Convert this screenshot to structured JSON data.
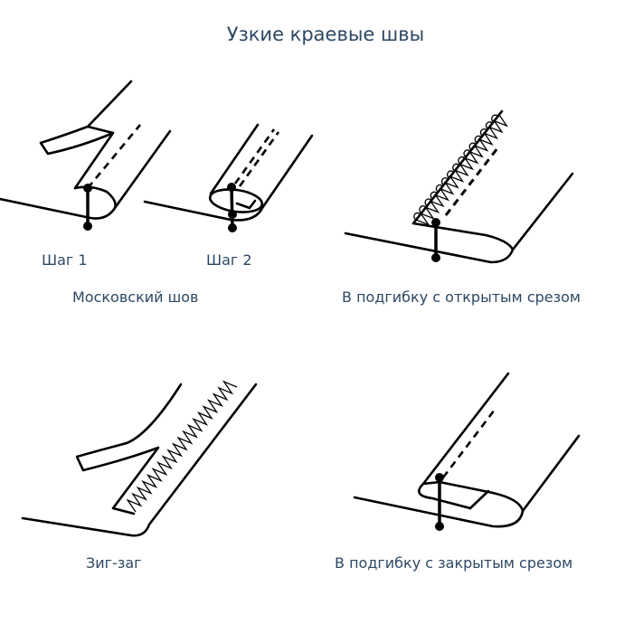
{
  "title": "Узкие краевые швы",
  "labels": {
    "step1": "Шаг 1",
    "step2": "Шаг 2",
    "moscow": "Московский шов",
    "open_edge": "В подгибку с открытым срезом",
    "zigzag": "Зиг-заг",
    "closed_edge": "В подгибку с закрытым срезом"
  },
  "colors": {
    "text": "#2d4863",
    "lines": "#000000"
  }
}
